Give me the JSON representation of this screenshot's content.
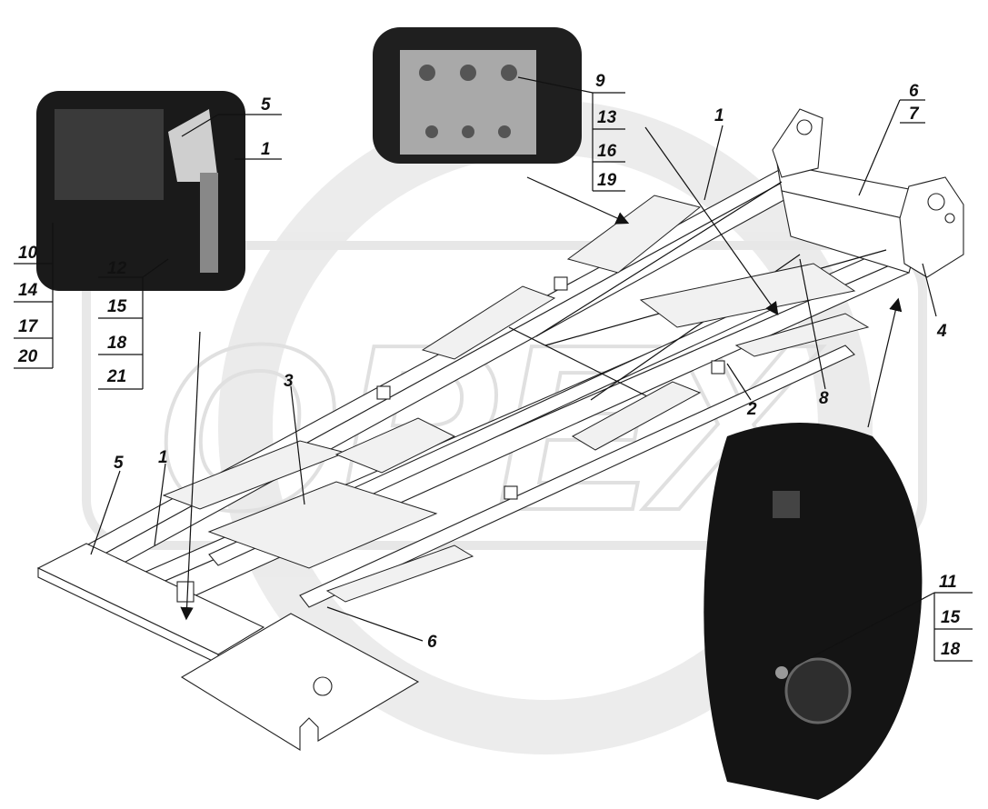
{
  "watermark": {
    "text": "ОРЕХ",
    "color": "#d9d9d9"
  },
  "callouts": {
    "top_left_photo": {
      "top": [
        "5",
        "1"
      ],
      "stack_a": [
        "10",
        "14",
        "17",
        "20"
      ],
      "stack_b": [
        "12",
        "15",
        "18",
        "21"
      ]
    },
    "top_center_photo": {
      "stack": [
        "9",
        "13",
        "16",
        "19"
      ]
    },
    "top_right": {
      "stack": [
        "6",
        "7"
      ]
    },
    "bottom_right_photo": {
      "stack": [
        "11",
        "15",
        "18"
      ]
    },
    "frame": {
      "upper_rail": "1",
      "bracket": "4",
      "crossmember_right": "8",
      "crossmember_mid": "2",
      "plate": "3",
      "left_end": "5",
      "left_rail": "1",
      "bottom_plate": "6"
    }
  }
}
